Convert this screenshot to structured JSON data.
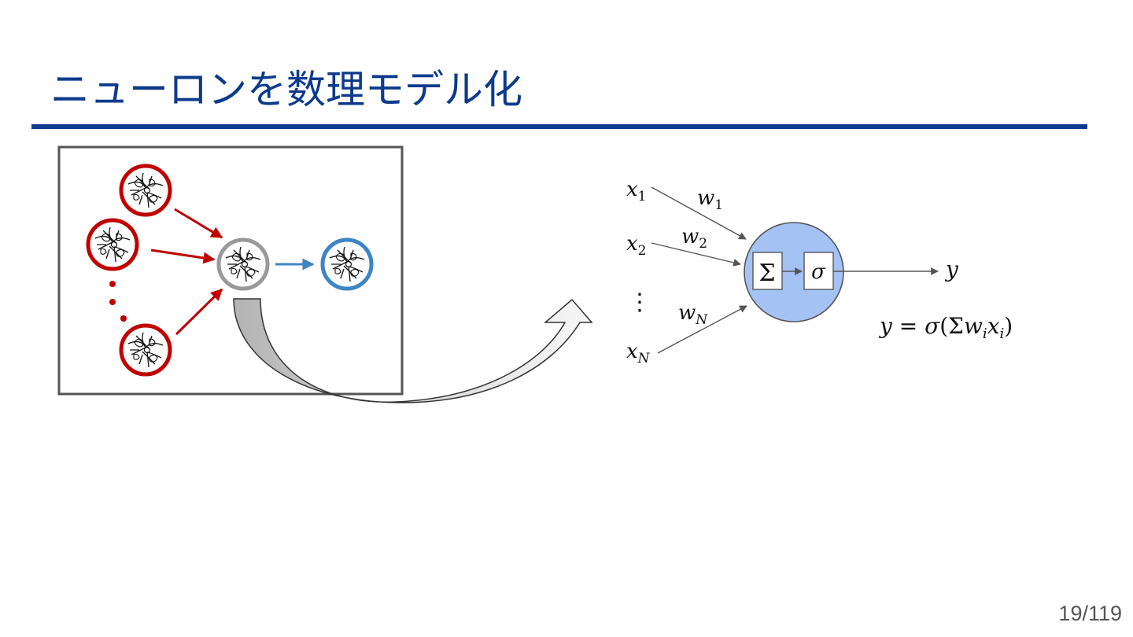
{
  "slide": {
    "title": "ニューロンを数理モデル化",
    "page_number": "19/119"
  },
  "colors": {
    "title_blue": "#0d3a8c",
    "presynaptic_red": "#c00000",
    "target_gray": "#999999",
    "output_blue": "#3d85c6",
    "node_fill": "#a4c2f4"
  },
  "model": {
    "inputs": [
      {
        "var": "x",
        "sub": "1"
      },
      {
        "var": "x",
        "sub": "2"
      },
      {
        "var": "x",
        "sub": "N"
      }
    ],
    "weights": [
      {
        "var": "w",
        "sub": "1"
      },
      {
        "var": "w",
        "sub": "2"
      },
      {
        "var": "w",
        "sub": "N"
      }
    ],
    "ellipsis": "⋮",
    "sum_symbol": "Σ",
    "activation_symbol": "σ",
    "output": "y",
    "formula": {
      "lhs": "y",
      "equals": " = ",
      "sigma": "σ",
      "open": "(Σ",
      "w": "w",
      "w_sub": "i",
      "x": "x",
      "x_sub": "i",
      "close": ")"
    }
  }
}
